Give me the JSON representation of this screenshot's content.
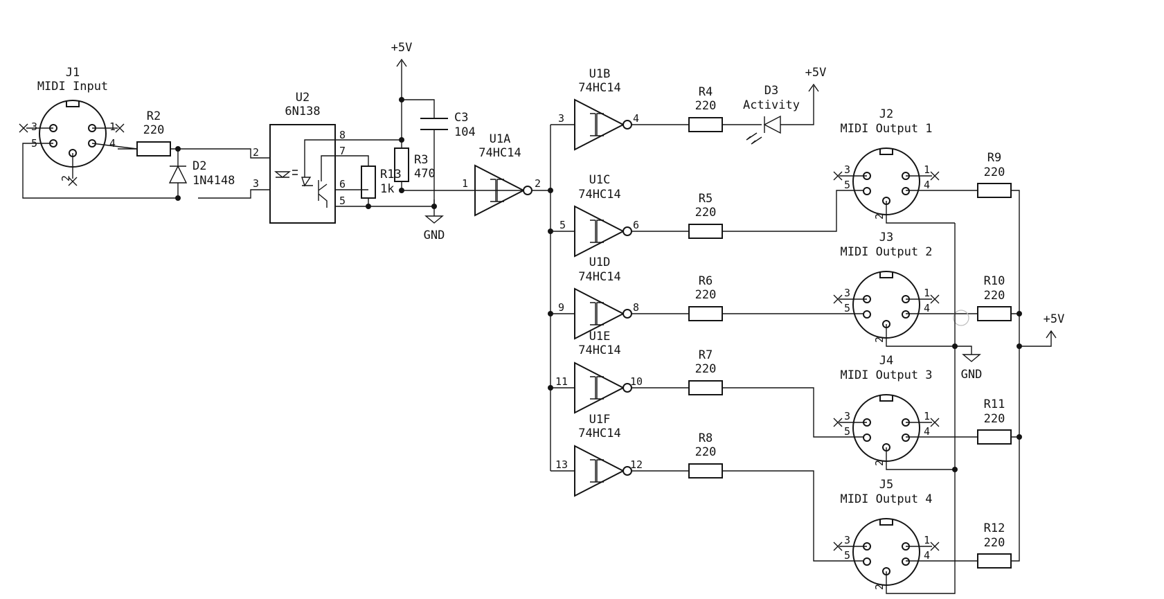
{
  "connectors": {
    "j1": {
      "ref": "J1",
      "value": "MIDI Input",
      "pins": [
        "1",
        "2",
        "3",
        "4",
        "5"
      ]
    },
    "j2": {
      "ref": "J2",
      "value": "MIDI Output 1",
      "pins": [
        "1",
        "2",
        "3",
        "4",
        "5"
      ]
    },
    "j3": {
      "ref": "J3",
      "value": "MIDI Output 2",
      "pins": [
        "1",
        "2",
        "3",
        "4",
        "5"
      ]
    },
    "j4": {
      "ref": "J4",
      "value": "MIDI Output 3",
      "pins": [
        "1",
        "2",
        "3",
        "4",
        "5"
      ]
    },
    "j5": {
      "ref": "J5",
      "value": "MIDI Output 4",
      "pins": [
        "1",
        "2",
        "3",
        "4",
        "5"
      ]
    }
  },
  "resistors": {
    "r2": {
      "ref": "R2",
      "value": "220"
    },
    "r3": {
      "ref": "R3",
      "value": "470"
    },
    "r13": {
      "ref": "R13",
      "value": "1k"
    },
    "r4": {
      "ref": "R4",
      "value": "220"
    },
    "r5": {
      "ref": "R5",
      "value": "220"
    },
    "r6": {
      "ref": "R6",
      "value": "220"
    },
    "r7": {
      "ref": "R7",
      "value": "220"
    },
    "r8": {
      "ref": "R8",
      "value": "220"
    },
    "r9": {
      "ref": "R9",
      "value": "220"
    },
    "r10": {
      "ref": "R10",
      "value": "220"
    },
    "r11": {
      "ref": "R11",
      "value": "220"
    },
    "r12": {
      "ref": "R12",
      "value": "220"
    }
  },
  "diodes": {
    "d2": {
      "ref": "D2",
      "value": "1N4148"
    },
    "d3": {
      "ref": "D3",
      "value": "Activity"
    }
  },
  "capacitors": {
    "c3": {
      "ref": "C3",
      "value": "104"
    }
  },
  "optocoupler": {
    "ref": "U2",
    "value": "6N138",
    "pins": [
      "2",
      "3",
      "8",
      "7",
      "6",
      "5"
    ]
  },
  "gates": {
    "u1a": {
      "ref": "U1A",
      "value": "74HC14",
      "in": "1",
      "out": "2"
    },
    "u1b": {
      "ref": "U1B",
      "value": "74HC14",
      "in": "3",
      "out": "4"
    },
    "u1c": {
      "ref": "U1C",
      "value": "74HC14",
      "in": "5",
      "out": "6"
    },
    "u1d": {
      "ref": "U1D",
      "value": "74HC14",
      "in": "9",
      "out": "8"
    },
    "u1e": {
      "ref": "U1E",
      "value": "74HC14",
      "in": "11",
      "out": "10"
    },
    "u1f": {
      "ref": "U1F",
      "value": "74HC14",
      "in": "13",
      "out": "12"
    }
  },
  "power": {
    "vcc": "+5V",
    "gnd": "GND"
  }
}
